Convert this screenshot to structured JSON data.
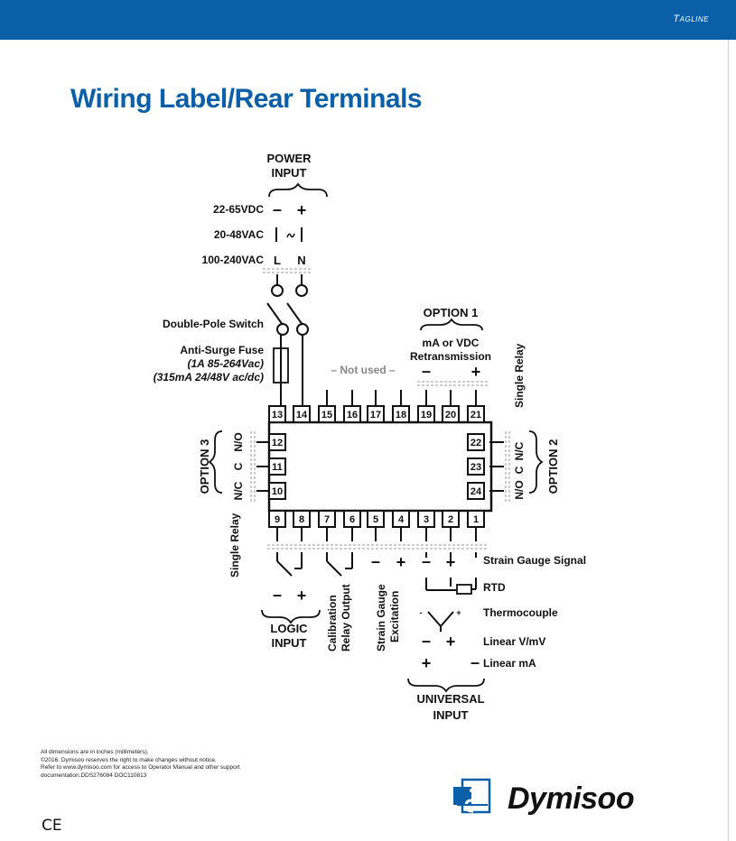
{
  "header": {
    "tagline": "Tagline"
  },
  "page_title": "Wiring Label/Rear Terminals",
  "power": {
    "title_line1": "POWER",
    "title_line2": "INPUT",
    "row1_label": "22-65VDC",
    "row1_left": "–",
    "row1_right": "+",
    "row2_label": "20-48VAC",
    "row3_label": "100-240VAC",
    "row3_left": "L",
    "row3_right": "N",
    "switch_label": "Double-Pole Switch",
    "fuse_line1": "Anti-Surge Fuse",
    "fuse_line2": "(1A 85-264Vac)",
    "fuse_line3": "(315mA 24/48V ac/dc)"
  },
  "option1": {
    "title": "OPTION 1",
    "line1": "mA or VDC",
    "line2": "Retransmission",
    "minus": "–",
    "plus": "+"
  },
  "not_used": "– Not used –",
  "single_relay_right": "Single Relay",
  "option2": {
    "title": "OPTION 2",
    "nc": "N/C",
    "c": "C",
    "no": "N/O"
  },
  "option3": {
    "title": "OPTION 3",
    "no": "N/O",
    "c": "C",
    "nc": "N/C"
  },
  "single_relay_left": "Single Relay",
  "terminals": {
    "top": [
      "13",
      "14",
      "15",
      "16",
      "17",
      "18",
      "19",
      "20",
      "21"
    ],
    "right": [
      "22",
      "23",
      "24"
    ],
    "bottom": [
      "9",
      "8",
      "7",
      "6",
      "5",
      "4",
      "3",
      "2",
      "1"
    ],
    "left": [
      "12",
      "11",
      "10"
    ]
  },
  "logic": {
    "minus": "–",
    "plus": "+",
    "line1": "LOGIC",
    "line2": "INPUT"
  },
  "calibration": {
    "line1": "Calibration",
    "line2": "Relay Output"
  },
  "excitation": {
    "minus": "–",
    "plus": "+",
    "line1": "Strain Gauge",
    "line2": "Excitation"
  },
  "universal": {
    "minus": "–",
    "plus": "+",
    "strain_gauge_signal": "Strain Gauge Signal",
    "rtd": "RTD",
    "thermocouple": "Thermocouple",
    "tc_minus": "-",
    "tc_plus": "+",
    "linear_v": "Linear V/mV",
    "linear_ma": "Linear mA",
    "lv_minus": "–",
    "lv_plus": "+",
    "lma_plus": "+",
    "lma_minus": "–",
    "line1": "UNIVERSAL",
    "line2": "INPUT"
  },
  "footnote": {
    "line1": "All dimensions are in inches (millimeters).",
    "line2": "©2016. Dymisoo reserves the right to make changes without notice.",
    "line3": "Refer to www.dymisoo.com for access to Operator Manual and other support",
    "line4": "documentation.DDS276084 DOC110813"
  },
  "ce_mark": "CE",
  "brand": {
    "name": "Dymisoo",
    "accent": "#0a5fa8"
  }
}
